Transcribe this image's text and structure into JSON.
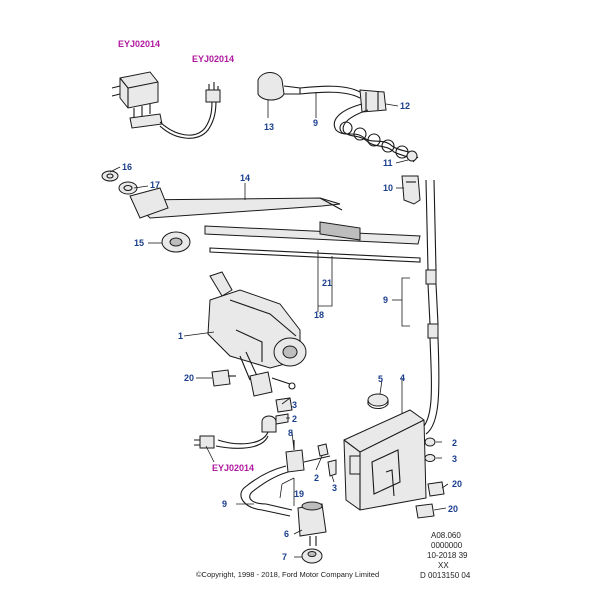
{
  "references": {
    "ref_top_left": "EYJ02014",
    "ref_top_right": "EYJ02014",
    "ref_bottom": "EYJ02014"
  },
  "callouts": {
    "c1": "1",
    "c2a": "2",
    "c2b": "2",
    "c2c": "2",
    "c3a": "3",
    "c3b": "3",
    "c3c": "3",
    "c4": "4",
    "c5": "5",
    "c6": "6",
    "c7": "7",
    "c8": "8",
    "c9a": "9",
    "c9b": "9",
    "c9c": "9",
    "c10": "10",
    "c11": "11",
    "c12": "12",
    "c13": "13",
    "c14": "14",
    "c15": "15",
    "c16": "16",
    "c17": "17",
    "c18": "18",
    "c19": "19",
    "c20a": "20",
    "c20b": "20",
    "c20c": "20",
    "c21": "21"
  },
  "meta": {
    "line1": "A08.060",
    "line2": "0000000",
    "line3": "10-2018 39",
    "line4": "XX",
    "line5": "D 0013150 04"
  },
  "copyright": "©Copyright, 1998 - 2018, Ford Motor Company Limited"
}
